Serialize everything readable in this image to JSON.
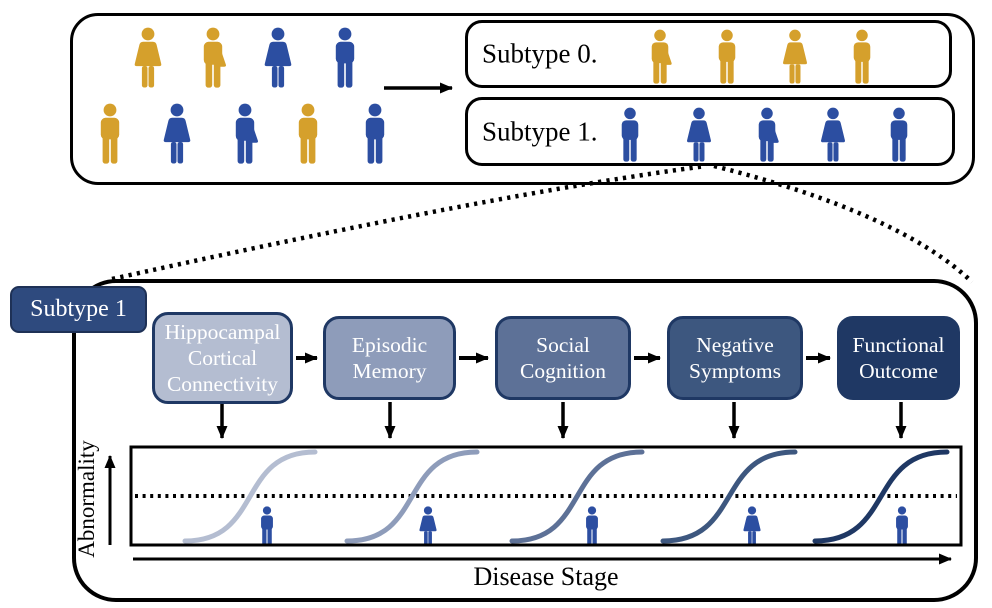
{
  "palette": {
    "gold": "#D5A02C",
    "blue": "#2C4EA1",
    "black": "#000000",
    "badge_bg": "#2E4A7E",
    "badge_border": "#1E3156",
    "box_border": "#1F3864",
    "box_fills": [
      "#B4BDD1",
      "#8E9CBA",
      "#5D7197",
      "#3D577F",
      "#1F3864"
    ],
    "curve_colors": [
      "#B4BDD1",
      "#8E9CBA",
      "#5D7197",
      "#3D577F",
      "#1F3864"
    ]
  },
  "top": {
    "cohort": {
      "people": [
        {
          "type": "woman",
          "color": "gold"
        },
        {
          "type": "person",
          "color": "gold"
        },
        {
          "type": "woman",
          "color": "blue"
        },
        {
          "type": "man",
          "color": "blue"
        },
        {
          "type": "man",
          "color": "gold"
        },
        {
          "type": "woman",
          "color": "blue"
        },
        {
          "type": "person",
          "color": "blue"
        },
        {
          "type": "man",
          "color": "gold"
        },
        {
          "type": "man",
          "color": "blue"
        }
      ]
    },
    "subtype0": {
      "label": "Subtype 0.",
      "people": [
        {
          "type": "person",
          "color": "gold"
        },
        {
          "type": "man",
          "color": "gold"
        },
        {
          "type": "woman",
          "color": "gold"
        },
        {
          "type": "man",
          "color": "gold"
        }
      ]
    },
    "subtype1": {
      "label": "Subtype 1.",
      "people": [
        {
          "type": "man",
          "color": "blue"
        },
        {
          "type": "woman",
          "color": "blue"
        },
        {
          "type": "person",
          "color": "blue"
        },
        {
          "type": "woman",
          "color": "blue"
        },
        {
          "type": "man",
          "color": "blue"
        }
      ]
    }
  },
  "bottom": {
    "badge": "Subtype 1",
    "stages": [
      {
        "label": "Hippocampal Cortical Connectivity"
      },
      {
        "label": "Episodic Memory"
      },
      {
        "label": "Social Cognition"
      },
      {
        "label": "Negative Symptoms"
      },
      {
        "label": "Functional Outcome"
      }
    ],
    "plot": {
      "ylabel": "Abnormality",
      "xlabel": "Disease Stage",
      "people": [
        {
          "type": "man",
          "color": "blue"
        },
        {
          "type": "woman",
          "color": "blue"
        },
        {
          "type": "man",
          "color": "blue"
        },
        {
          "type": "woman",
          "color": "blue"
        },
        {
          "type": "man",
          "color": "blue"
        }
      ]
    }
  }
}
